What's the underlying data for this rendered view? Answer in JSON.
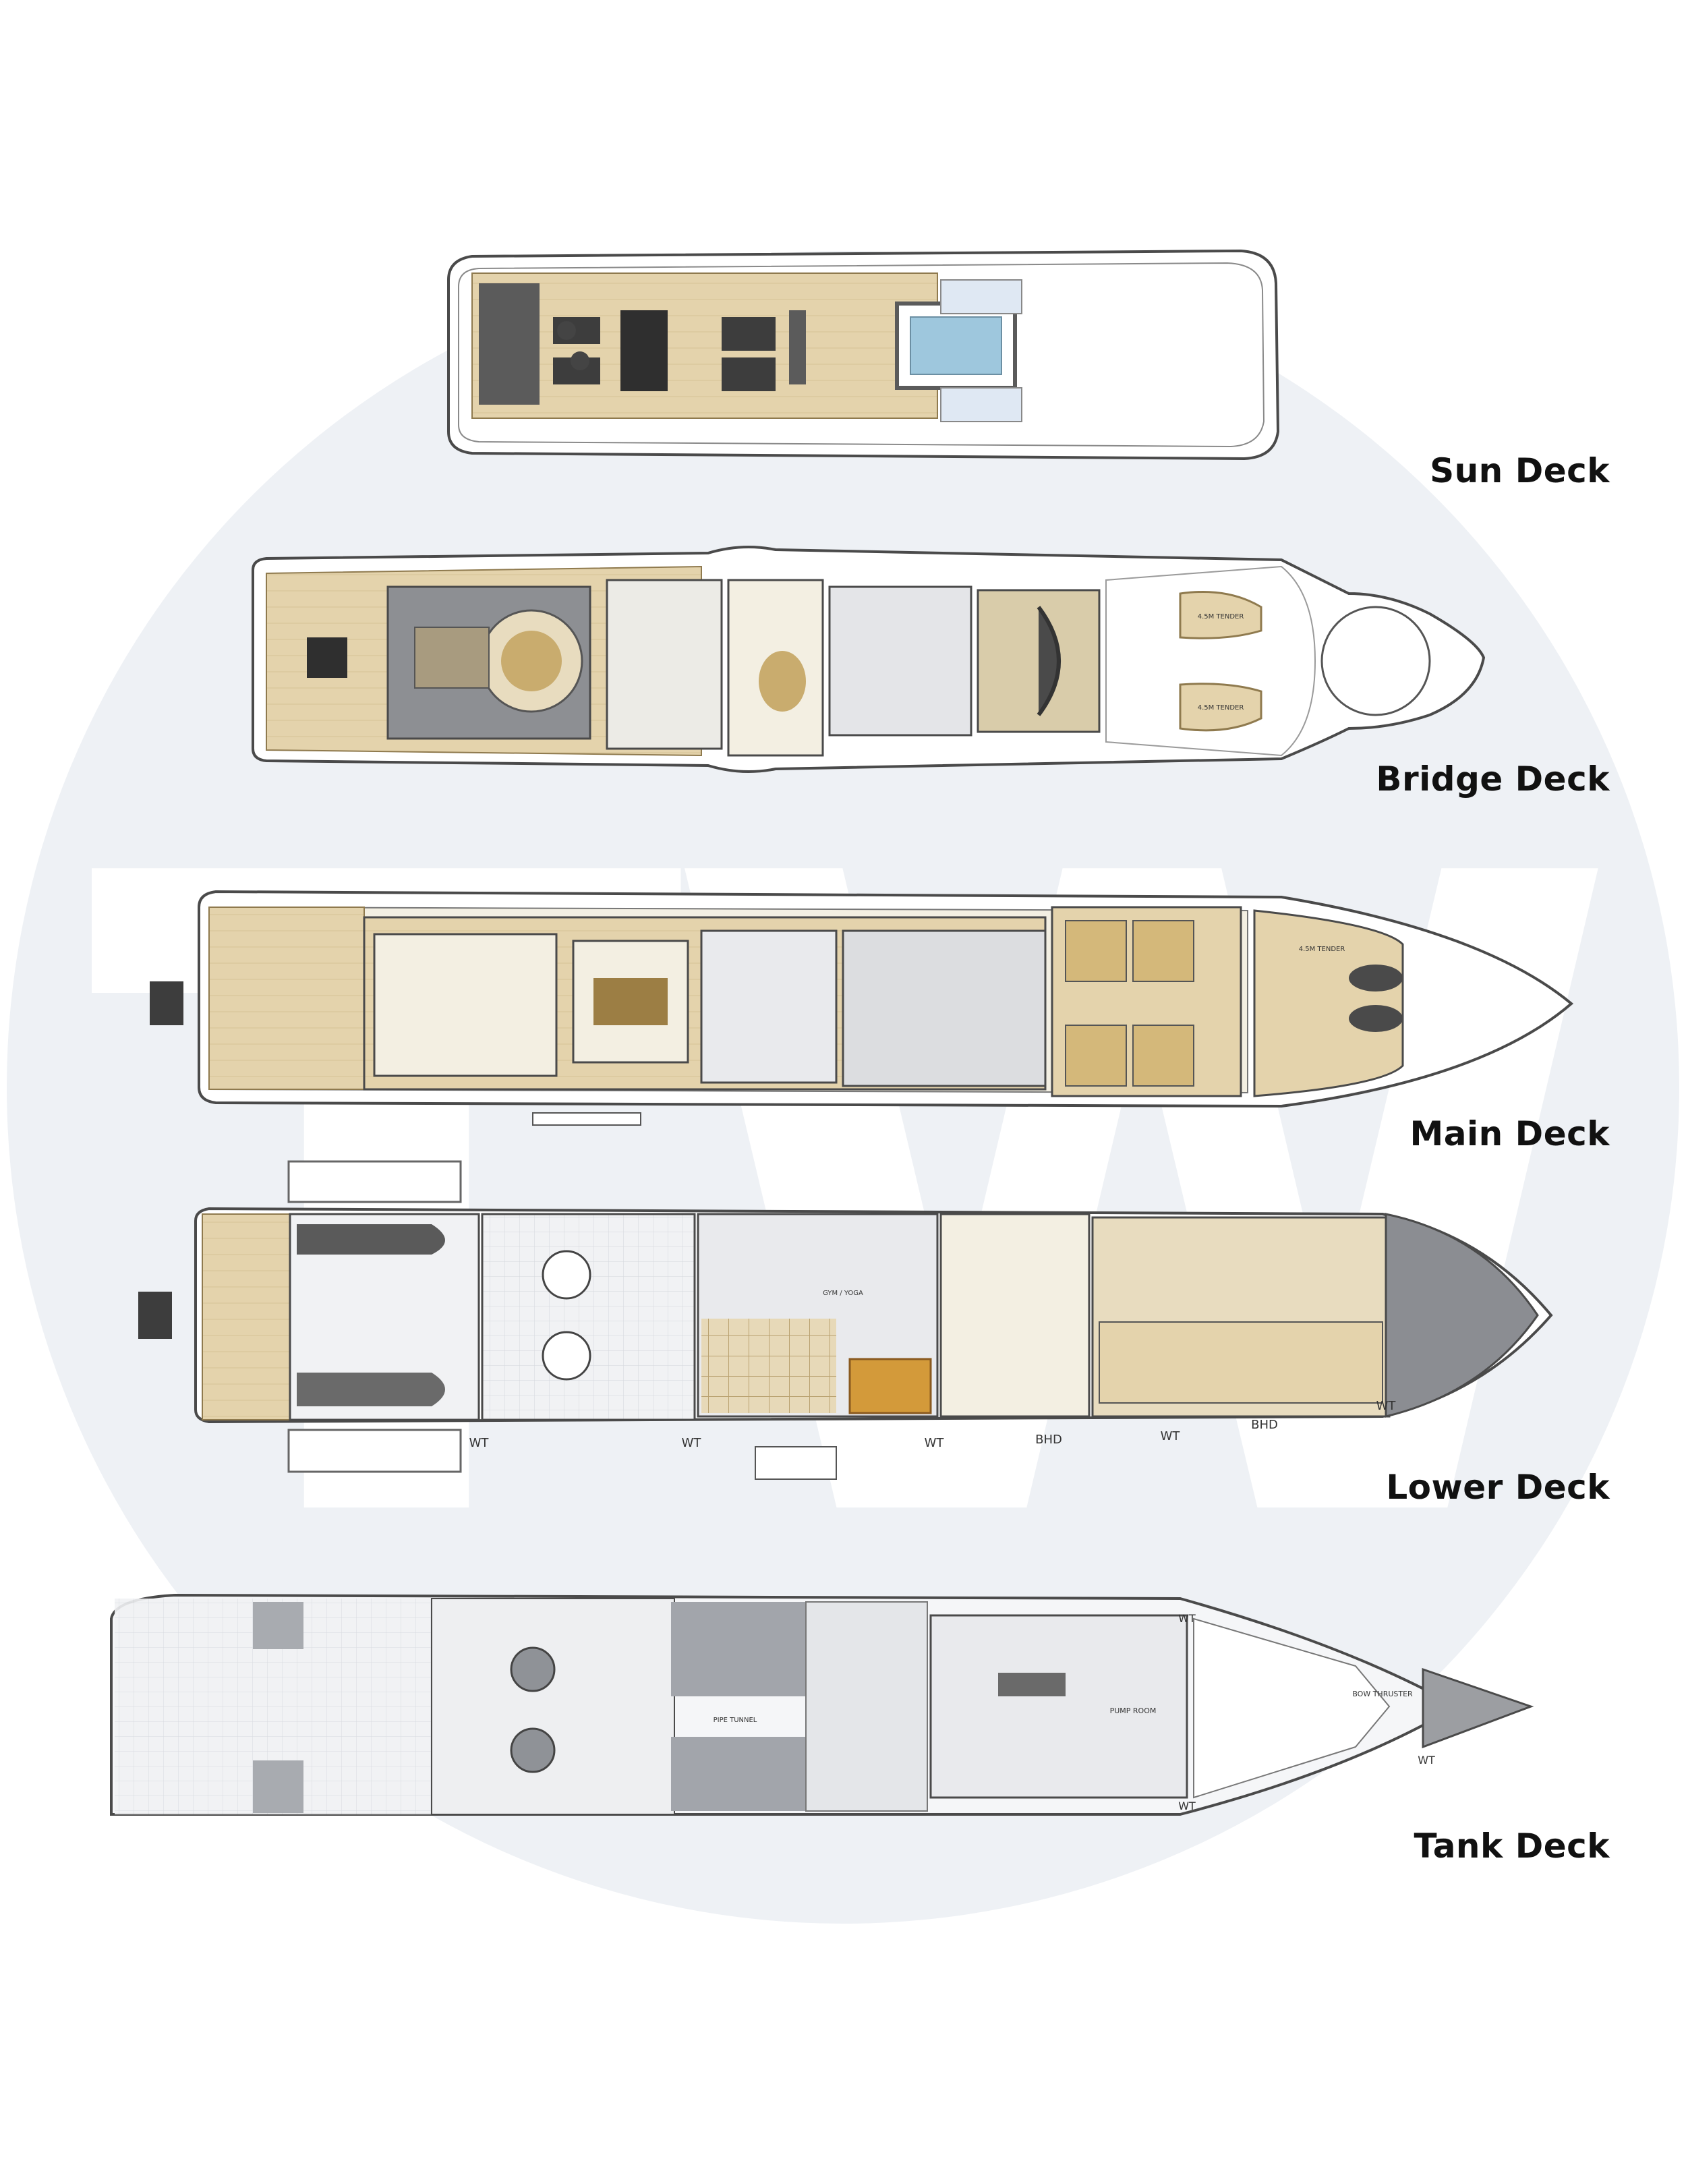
{
  "watermark": {
    "text": "TW",
    "circle_color": "#eef1f5",
    "letter_color": "#ffffff"
  },
  "colors": {
    "wood": "#e4d3ac",
    "wood_dark": "#c9ac6e",
    "hull_line": "#4a4a4a",
    "interior_gray": "#9c9ea2",
    "machinery_gray": "#c9ccd1",
    "light_interior": "#f3efe2"
  },
  "decks": [
    {
      "label": "Sun Deck",
      "annotations": []
    },
    {
      "label": "Bridge Deck",
      "annotations": [
        "4.5M TENDER",
        "4.5M TENDER"
      ]
    },
    {
      "label": "Main Deck",
      "annotations": [
        "4.5M TENDER"
      ]
    },
    {
      "label": "Lower Deck",
      "annotations": [
        "WT",
        "WT",
        "WT",
        "BHD",
        "WT",
        "BHD",
        "WT",
        "GYM / YOGA"
      ]
    },
    {
      "label": "Tank Deck",
      "annotations": [
        "WT",
        "WT",
        "WT",
        "PUMP ROOM",
        "BOW THRUSTER",
        "PIPE TUNNEL"
      ]
    }
  ]
}
